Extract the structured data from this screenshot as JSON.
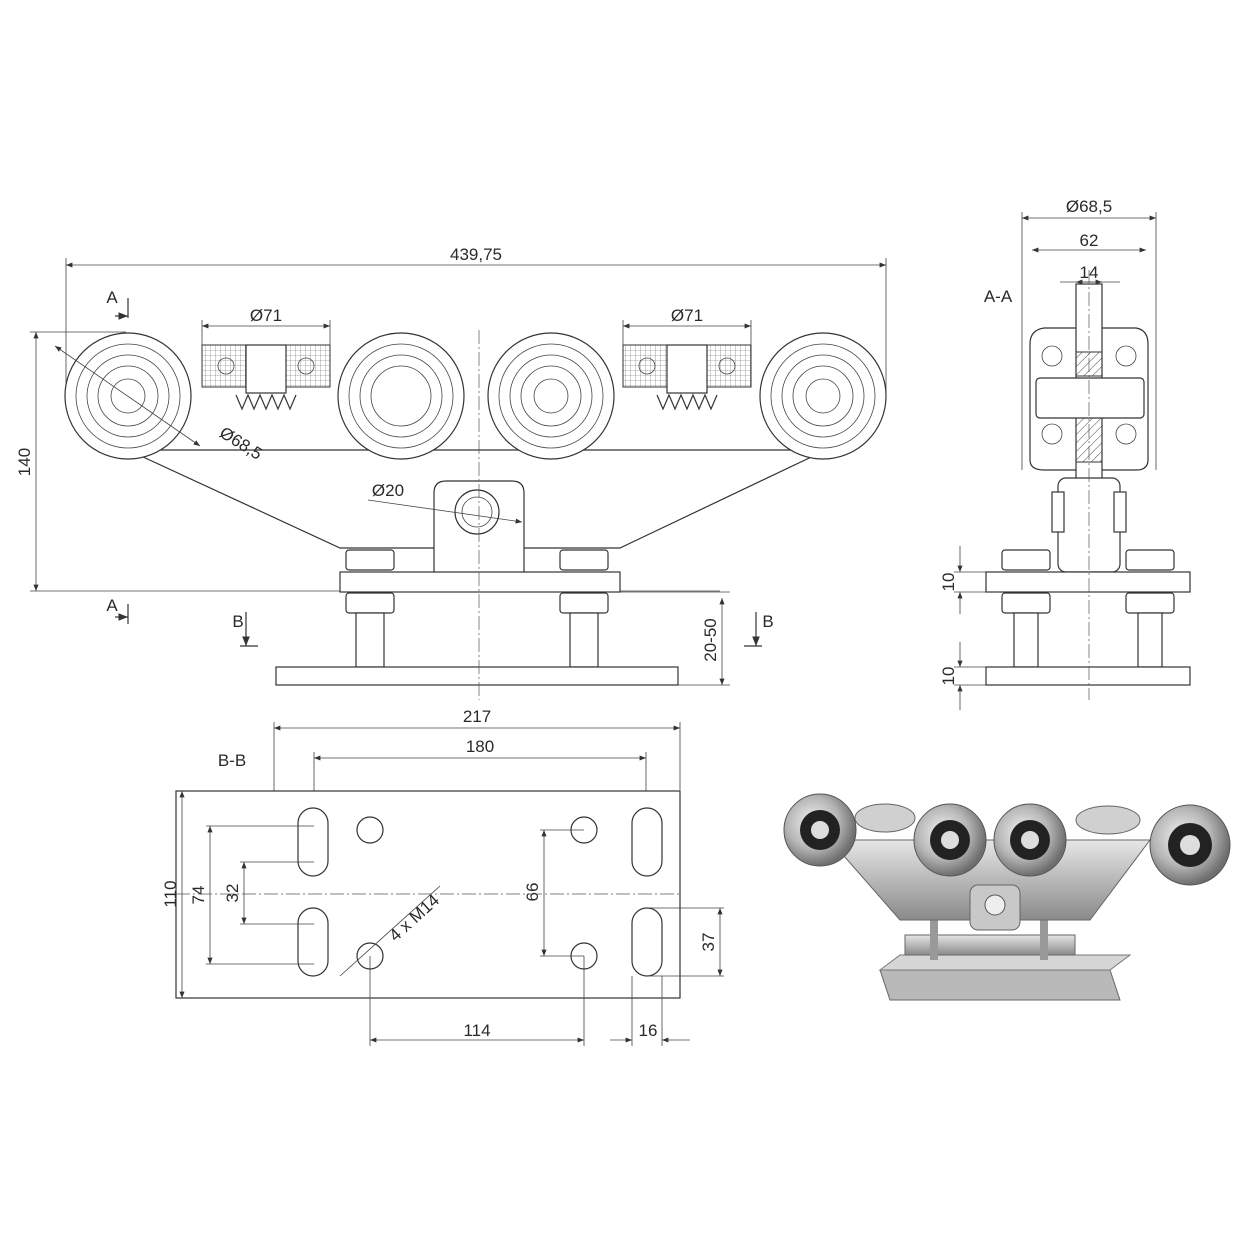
{
  "labels": {
    "dim_overall_length": "439,75",
    "dim_roller_dia": "Ø68,5",
    "dim_guide_dia_left": "Ø71",
    "dim_guide_dia_right": "Ø71",
    "dim_height": "140",
    "dim_pin_dia": "Ø20",
    "dim_adjust": "20-50",
    "section_a_top": "A",
    "section_a_bottom": "A",
    "section_b_left": "B",
    "section_b_right": "B",
    "view_aa": "A-A",
    "aa_roller_dia": "Ø68,5",
    "aa_width_62": "62",
    "aa_width_14": "14",
    "aa_plate_10_top": "10",
    "aa_plate_10_bottom": "10",
    "view_bb": "B-B",
    "bb_width_217": "217",
    "bb_spacing_180": "180",
    "bb_height_110": "110",
    "bb_slot_74": "74",
    "bb_slot_32": "32",
    "bb_holes": "4 x M14",
    "bb_spacing_66": "66",
    "bb_spacing_114": "114",
    "bb_slot_37": "37",
    "bb_slot_16": "16"
  }
}
